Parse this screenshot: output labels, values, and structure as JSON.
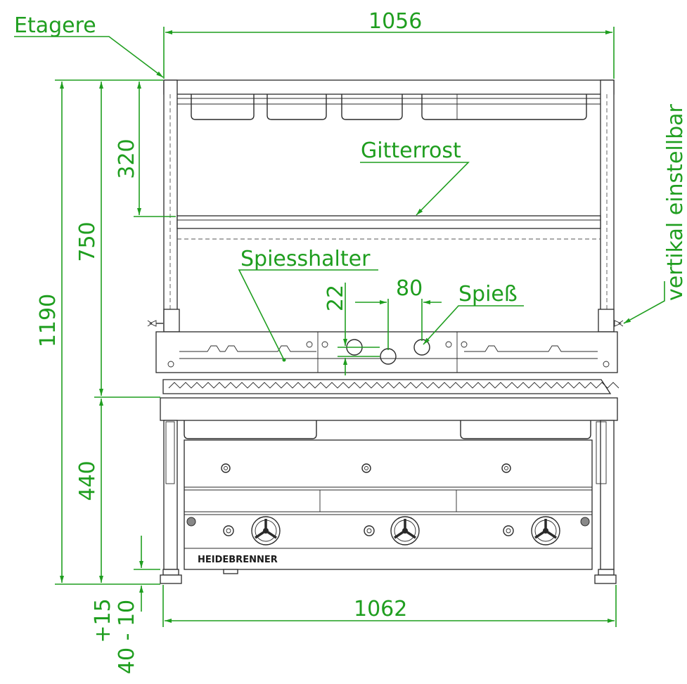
{
  "colors": {
    "dimension": "#1f9e1f",
    "outline": "#2a2a2a"
  },
  "labels": {
    "etagere": "Etagere",
    "gitterrost": "Gitterrost",
    "spiesshalter": "Spiesshalter",
    "spiess": "Spieß",
    "vertikal": "vertikal einstellbar",
    "brand": "HEIDEBRENNER"
  },
  "dimensions": {
    "top_width": "1056",
    "bottom_width": "1062",
    "total_height": "1190",
    "upper_height": "750",
    "shelf_offset": "320",
    "lower_height": "440",
    "skewer_spacing": "80",
    "skewer_offset": "22",
    "foot_adjust_plus": "+15",
    "foot_adjust_range": "40 - 10"
  }
}
